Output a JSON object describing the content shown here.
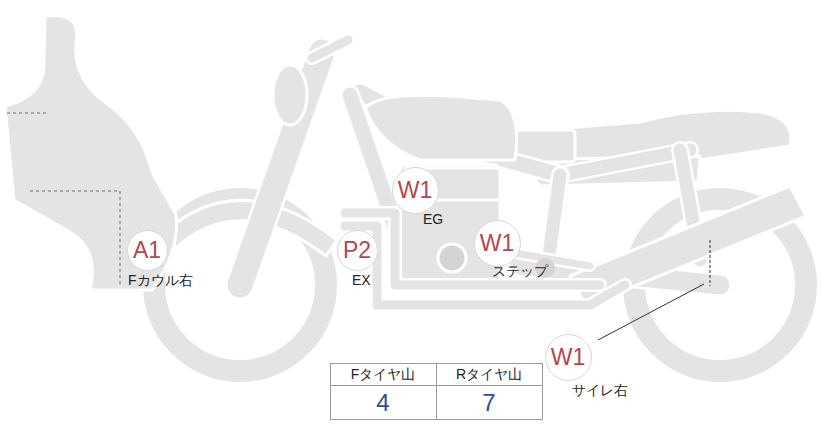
{
  "diagram": {
    "nodes": [
      {
        "text": [
          "A1",
          "Fカウル右"
        ]
      },
      {
        "text": [
          "P2",
          "EX"
        ]
      },
      {
        "text": [
          "W1",
          "EG"
        ]
      },
      {
        "text": [
          "W1",
          "ステップ"
        ]
      },
      {
        "text": [
          "W1",
          "サイレ右"
        ]
      }
    ],
    "labels": [
      "Fタイヤ山",
      "Rタイヤ山",
      "4",
      "7"
    ]
  }
}
